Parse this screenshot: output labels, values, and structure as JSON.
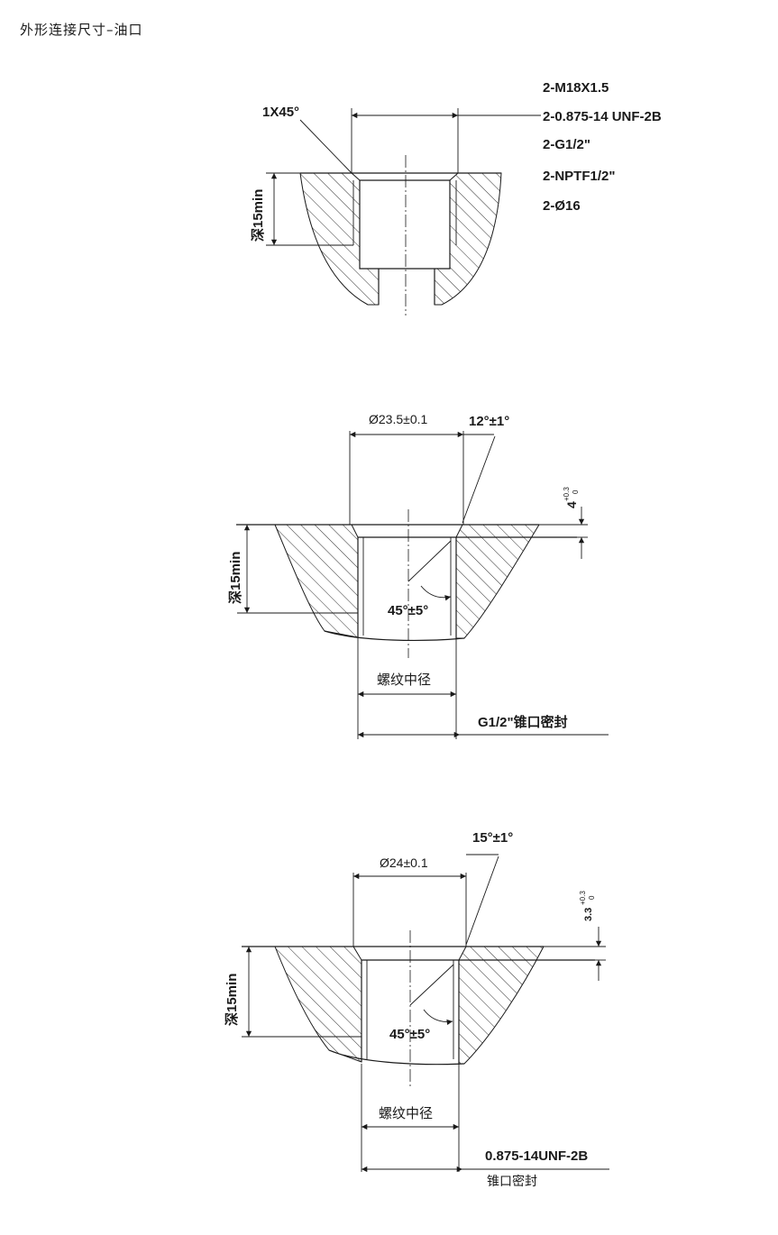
{
  "page_title": "外形连接尺寸–油口",
  "diagram1": {
    "chamfer": "1X45°",
    "depth": "深15min",
    "port_sizes": [
      "2-M18X1.5",
      "2-0.875-14 UNF-2B",
      "2-G1/2\"",
      "2-NPTF1/2\"",
      "2-Ø16"
    ]
  },
  "diagram2": {
    "diameter": "Ø23.5±0.1",
    "angle": "12°±1°",
    "cone_angle": "45°±5°",
    "depth": "深15min",
    "thread_label": "螺纹中径",
    "tolerance_value": "4",
    "tolerance_upper": "+0.3",
    "tolerance_lower": "0",
    "seal_label": "G1/2\"锥口密封"
  },
  "diagram3": {
    "diameter": "Ø24±0.1",
    "angle": "15°±1°",
    "cone_angle": "45°±5°",
    "depth": "深15min",
    "thread_label": "螺纹中径",
    "tolerance_value": "3.3",
    "tolerance_upper": "+0.3",
    "tolerance_lower": "0",
    "seal_label": "0.875-14UNF-2B",
    "seal_sublabel": "锥口密封"
  }
}
